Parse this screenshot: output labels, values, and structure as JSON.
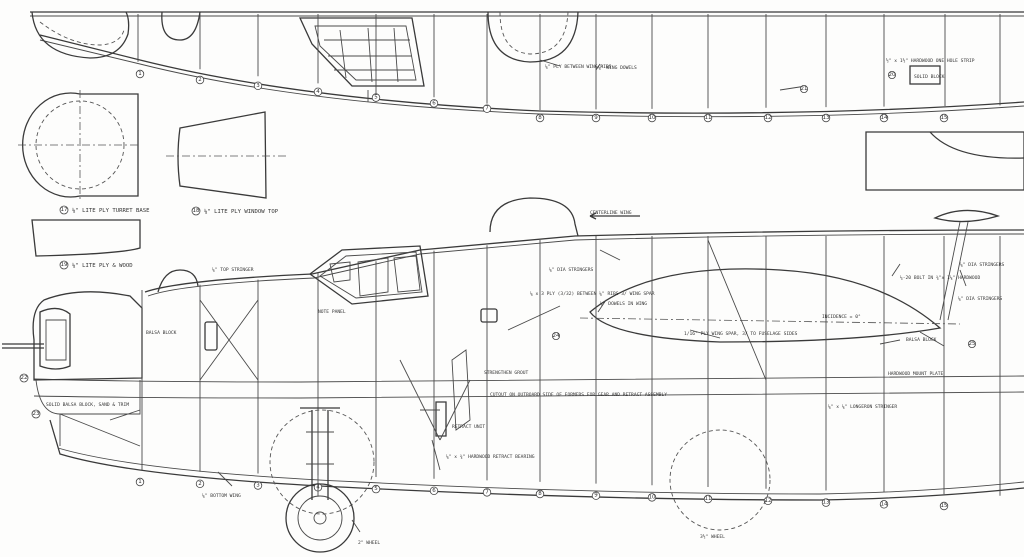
{
  "stations_top": [
    "1",
    "2",
    "3",
    "4",
    "5",
    "6",
    "7",
    "8",
    "9",
    "10",
    "11",
    "12",
    "13",
    "14",
    "15"
  ],
  "stations_bottom": [
    "1",
    "2",
    "3",
    "4",
    "5",
    "6",
    "7",
    "8",
    "9",
    "10",
    "11",
    "12",
    "13",
    "14",
    "15"
  ],
  "parts": {
    "turret_disc": {
      "num": "17",
      "label": "⅛\" LITE PLY TURRET BASE"
    },
    "window_panel": {
      "num": "18",
      "label": "⅛\" LITE PLY WINDOW TOP"
    },
    "wedge_part": {
      "num": "19",
      "label": "⅛\" LITE PLY & WOOD"
    }
  },
  "wing_callouts": {
    "between_wing_ribs": "⅛\" PLY BETWEEN WING RIBS",
    "wing_dowels": "⅛\" WING DOWELS",
    "hole_strip": "½\" x 1½\" HARDWOOD ONE HOLE STRIP",
    "solid_block": "SOLID BLOCK"
  },
  "fuselage_notes": {
    "centerline_wing": "CENTERLINE WING",
    "top_stringer": "⅛\" TOP STRINGER",
    "balsa_block": "BALSA BLOCK",
    "note_panel": "NOTE PANEL",
    "dia_stringers_a": "⅛\" DIA STRINGERS",
    "ply_between_ribs": "⅛ x 3 PLY (3/32) BETWEEN ⅛\" RIBS 3/ WING SPAR",
    "dowels_in_wing": "⅛\" DOWELS IN WING",
    "wing_spar_note": "1/16\" PLY WING SPAR, 3/ TO FUSELAGE SIDES",
    "incidence": "INCIDENCE = 0°",
    "bolt_note": "¼-20 BOLT IN ¾\"x 1⅛\" HARDWOOD",
    "dia_stringers_b": "⅛\" DIA STRINGERS",
    "dia_stringers_c": "⅛\" DIA STRINGERS",
    "balsa_block_b": "BALSA BLOCK",
    "hardwood_mount_plate": "HARDWOOD MOUNT PLATE",
    "longeron_stringer": "⅛\" x ⅛\" LONGERON STRINGER",
    "retract_unit": "RETRACT UNIT",
    "retract_bearing": "⅛\" x ¾\" HARDWOOD RETRACT BEARING",
    "gear_note": "CUTOUT ON OUTBOARD SIDE OF FORMERS FOR GEAR AND RETRACT ASSEMBLY",
    "strengthen": "STRENGTHEN GROUT",
    "solid_block_nose": "SOLID BALSA BLOCK, SAND & TRIM",
    "bottom_wing": "⅛\" BOTTOM WING",
    "nose_wheel": "2\" WHEEL",
    "main_wheel": "3½\" WHEEL"
  },
  "bubbles": {
    "b20": "20",
    "b21": "21",
    "b22": "22",
    "b23": "23",
    "b24": "24",
    "b25": "25"
  }
}
